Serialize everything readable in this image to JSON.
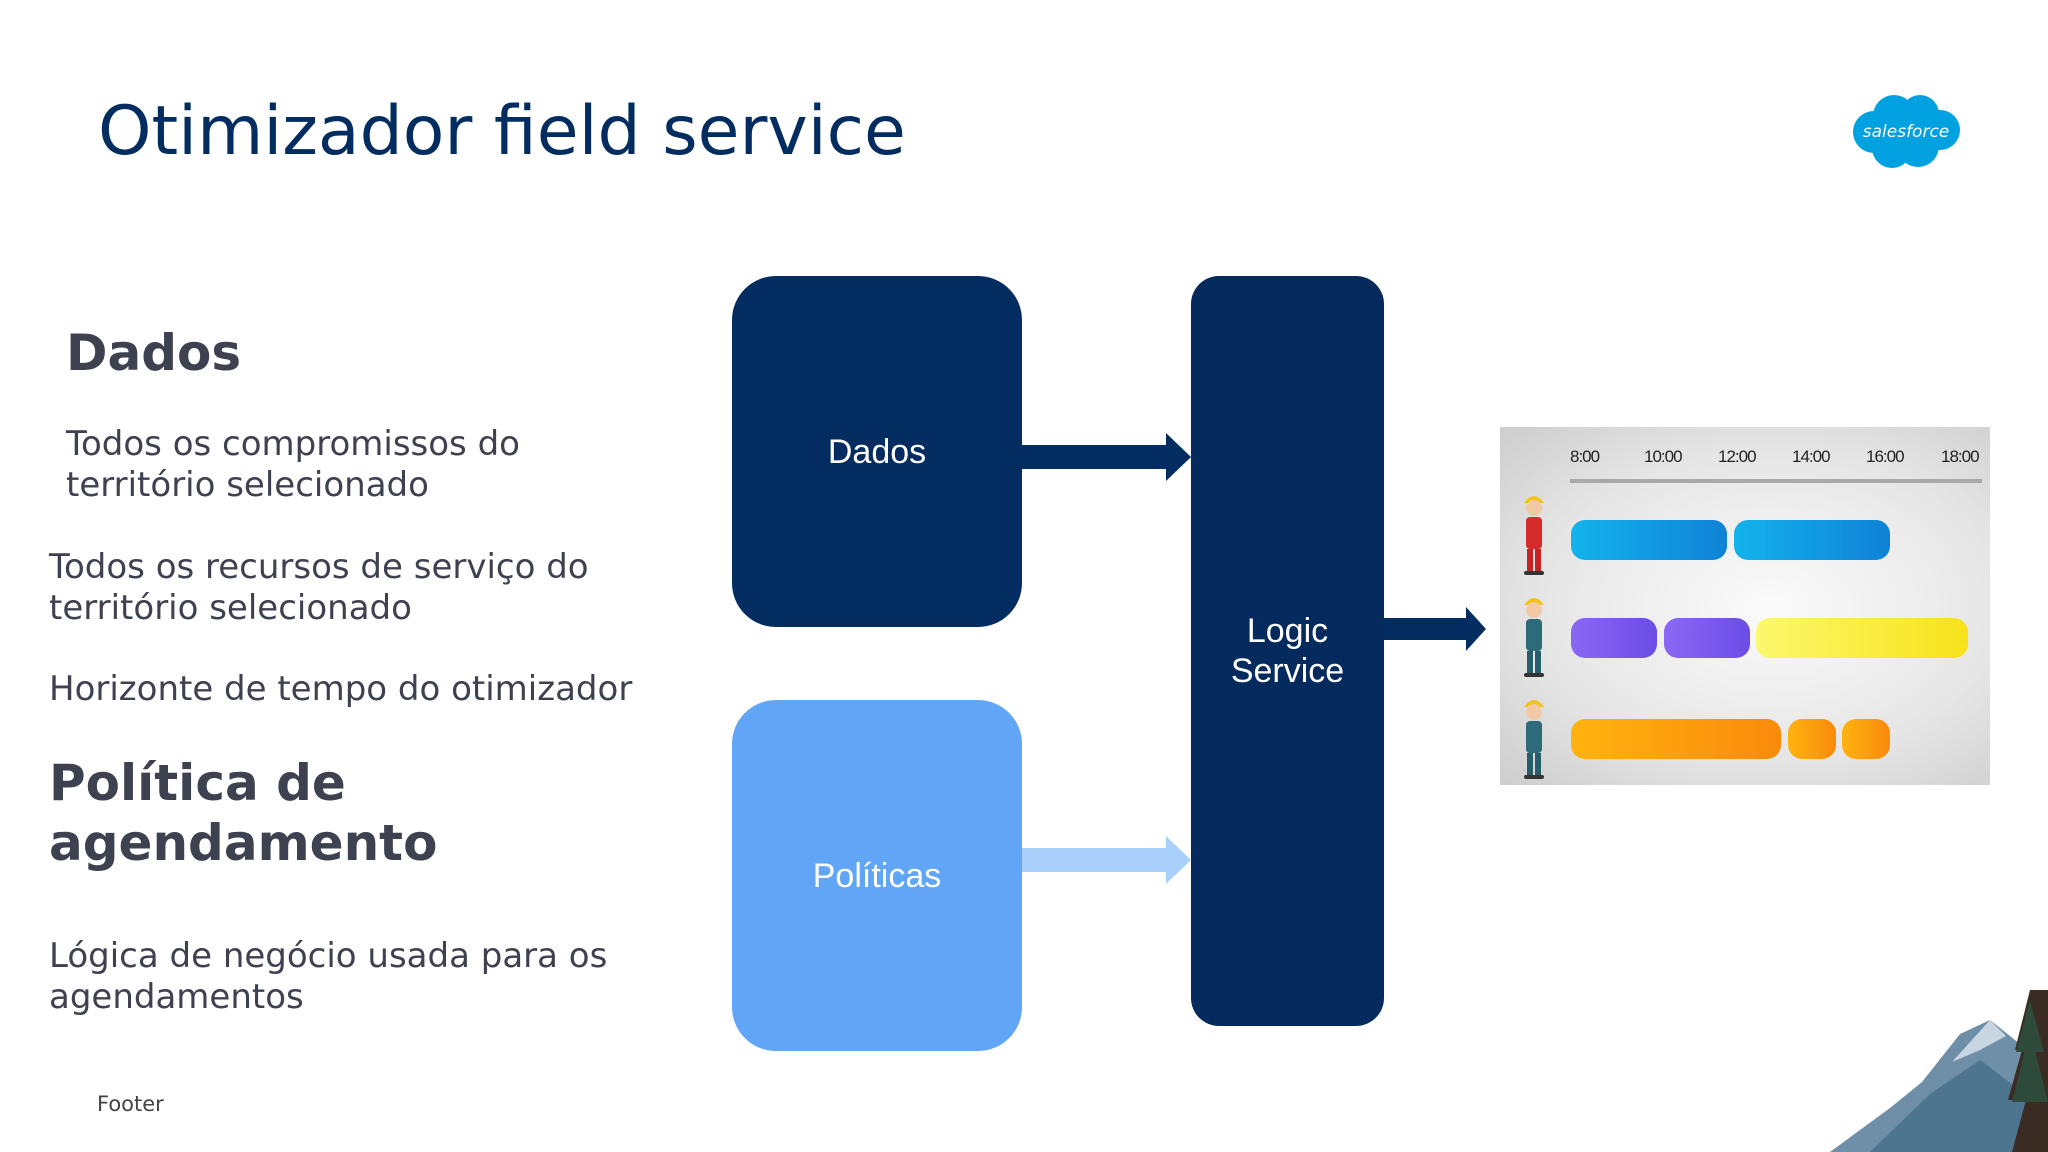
{
  "title": "Otimizador field service",
  "logo_text": "salesforce",
  "left": {
    "heading_dados": "Dados",
    "item1": "Todos os compromissos do território selecionado",
    "item2": "Todos os recursos de serviço do território selecionado",
    "item3": "Horizonte de tempo do otimizador",
    "heading_politica": "Política de agendamento",
    "item4": "Lógica de negócio usada para os agendamentos"
  },
  "diagram": {
    "dados": "Dados",
    "politicas": "Políticas",
    "logic": "Logic Service"
  },
  "schedule": {
    "ticks": [
      "8:00",
      "10:00",
      "12:00",
      "14:00",
      "16:00",
      "18:00"
    ]
  },
  "footer": "Footer",
  "colors": {
    "title": "#032d60",
    "dark_box": "#032d60",
    "light_box": "#60a5f6",
    "dark_arrow": "#032d60",
    "light_arrow": "#a9d0fb"
  }
}
